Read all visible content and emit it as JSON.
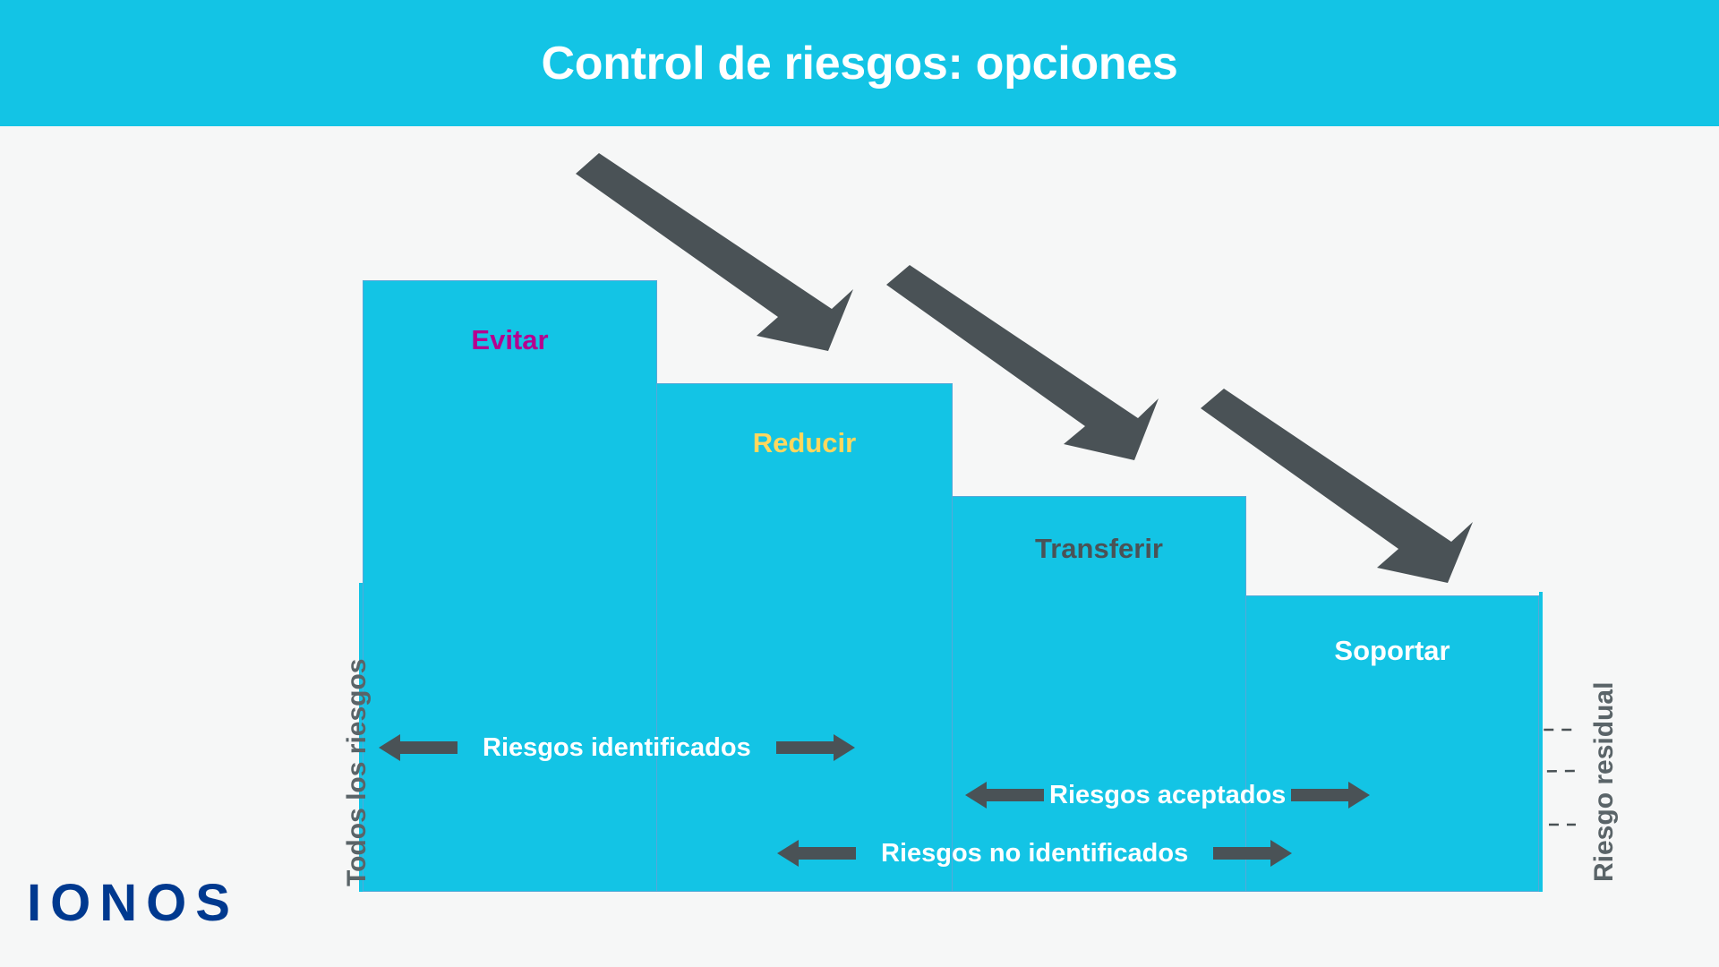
{
  "header": {
    "title": "Control de riesgos: opciones",
    "background": "#13c4e5",
    "text_color": "#ffffff"
  },
  "page": {
    "background": "#f6f7f7",
    "logo_text": "IONOS",
    "logo_color": "#00398f"
  },
  "axes": {
    "left_label": "Todos los riesgos",
    "right_label": "Riesgo residual",
    "label_color": "#5a6468"
  },
  "chart_data": {
    "type": "bar",
    "title": "Control de riesgos: opciones",
    "xlabel": "",
    "ylabel": "Todos los riesgos",
    "ylabel_right": "Riesgo residual",
    "grid": false,
    "legend": "none",
    "ylim": [
      0,
      100
    ],
    "categories": [
      "Evitar",
      "Reducir",
      "Transferir",
      "Soportar"
    ],
    "values": [
      100,
      81,
      64,
      48
    ],
    "bar_color": "#13c4e5",
    "bar_border": "#56a8d8",
    "label_colors": [
      "#b5008f",
      "#ffd75e",
      "#4a5256",
      "#ffffff"
    ],
    "annotations": [
      "Riesgos identificados",
      "Riesgos aceptados",
      "Riesgos no identificados"
    ],
    "arrow_color": "#4a5256",
    "dashed_line_color": "#4a5256",
    "descending_arrows": 3
  },
  "bars": [
    {
      "label": "Evitar",
      "color": "#b5008f"
    },
    {
      "label": "Reducir",
      "color": "#ffd75e"
    },
    {
      "label": "Transferir",
      "color": "#4a5256"
    },
    {
      "label": "Soportar",
      "color": "#ffffff"
    }
  ],
  "annotations": {
    "identified": "Riesgos identificados",
    "accepted": "Riesgos aceptados",
    "unidentified": "Riesgos no identificados"
  }
}
